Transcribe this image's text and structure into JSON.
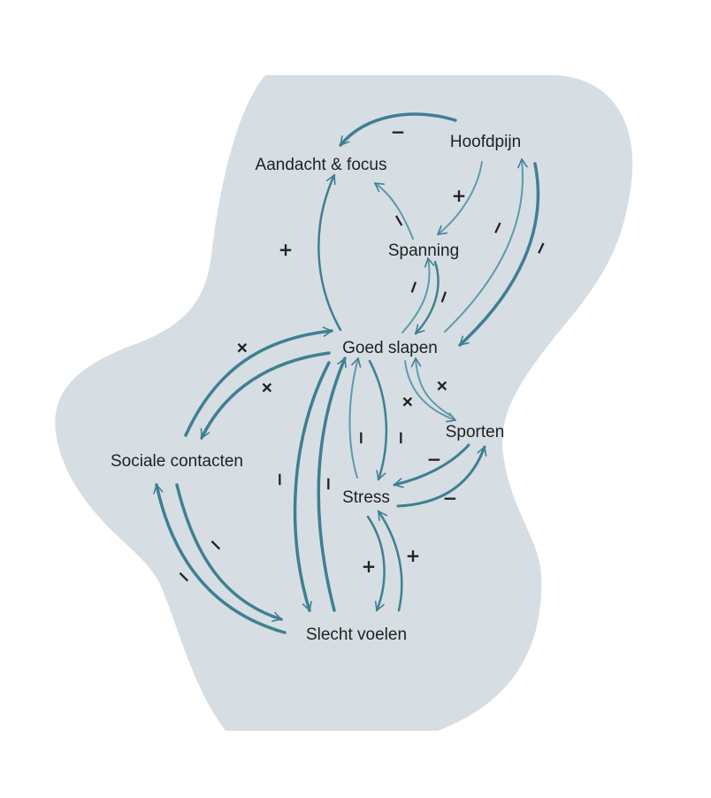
{
  "colors": {
    "background": "#ffffff",
    "blob": "#d6dee3",
    "arrow_dark": "#3f7f92",
    "arrow_light": "#5e9aab",
    "text": "#222222"
  },
  "nodes": {
    "aandacht": "Aandacht & focus",
    "hoofdpijn": "Hoofdpijn",
    "spanning": "Spanning",
    "goed_slapen": "Goed slapen",
    "sporten": "Sporten",
    "sociale_contacten": "Sociale contacten",
    "stress": "Stress",
    "slecht_voelen": "Slecht voelen"
  },
  "edges": [
    {
      "from": "Hoofdpijn",
      "to": "Aandacht & focus",
      "sign": "−"
    },
    {
      "from": "Hoofdpijn",
      "to": "Spanning",
      "sign": "+"
    },
    {
      "from": "Spanning",
      "to": "Aandacht & focus",
      "sign": "−"
    },
    {
      "from": "Goed slapen",
      "to": "Aandacht & focus",
      "sign": "+"
    },
    {
      "from": "Hoofdpijn",
      "to": "Goed slapen",
      "sign": "−"
    },
    {
      "from": "Goed slapen",
      "to": "Hoofdpijn",
      "sign": "−"
    },
    {
      "from": "Spanning",
      "to": "Goed slapen",
      "sign": "−"
    },
    {
      "from": "Goed slapen",
      "to": "Spanning",
      "sign": "−"
    },
    {
      "from": "Sociale contacten",
      "to": "Goed slapen",
      "sign": "+"
    },
    {
      "from": "Goed slapen",
      "to": "Sociale contacten",
      "sign": "+"
    },
    {
      "from": "Goed slapen",
      "to": "Sporten",
      "sign": "+"
    },
    {
      "from": "Sporten",
      "to": "Goed slapen",
      "sign": "+"
    },
    {
      "from": "Stress",
      "to": "Goed slapen",
      "sign": "−"
    },
    {
      "from": "Goed slapen",
      "to": "Stress",
      "sign": "−"
    },
    {
      "from": "Sporten",
      "to": "Stress",
      "sign": "−"
    },
    {
      "from": "Stress",
      "to": "Sporten",
      "sign": "−"
    },
    {
      "from": "Slecht voelen",
      "to": "Goed slapen",
      "sign": "−"
    },
    {
      "from": "Goed slapen",
      "to": "Slecht voelen",
      "sign": "−"
    },
    {
      "from": "Sociale contacten",
      "to": "Slecht voelen",
      "sign": "−"
    },
    {
      "from": "Slecht voelen",
      "to": "Sociale contacten",
      "sign": "−"
    },
    {
      "from": "Stress",
      "to": "Slecht voelen",
      "sign": "+"
    },
    {
      "from": "Slecht voelen",
      "to": "Stress",
      "sign": "+"
    }
  ]
}
